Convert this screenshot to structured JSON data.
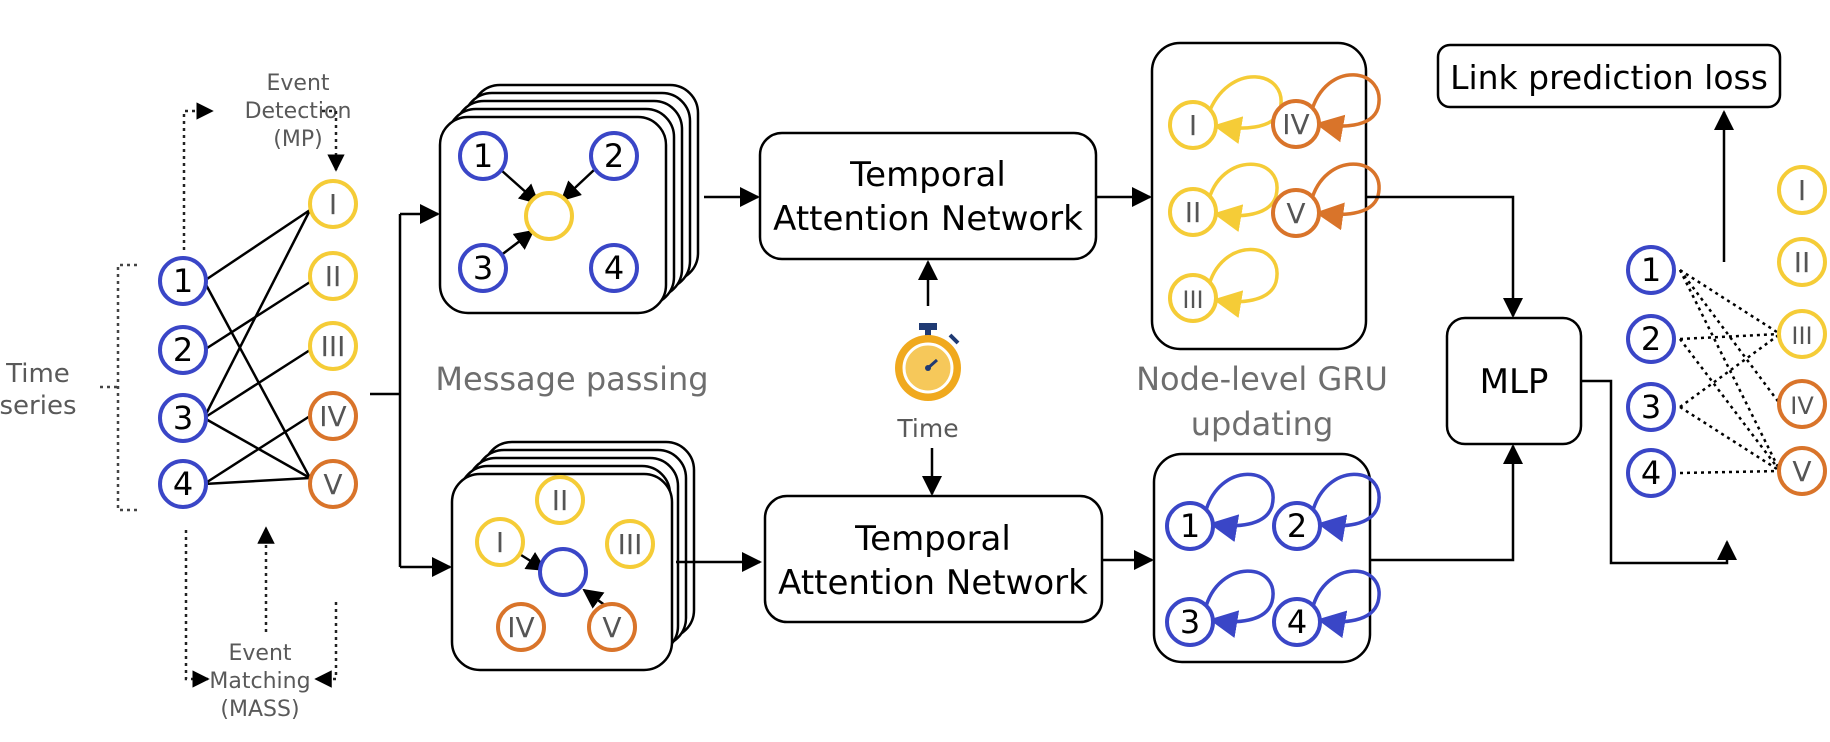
{
  "labels": {
    "time_series": [
      "Time",
      "series"
    ],
    "event_detection": [
      "Event",
      "Detection",
      "(MP)"
    ],
    "event_matching": [
      "Event",
      "Matching",
      "(MASS)"
    ],
    "message_passing": "Message passing",
    "time": "Time",
    "gru": [
      "Node-level GRU",
      "updating"
    ],
    "tan_top": [
      "Temporal",
      "Attention Network"
    ],
    "tan_bottom": [
      "Temporal",
      "Attention Network"
    ],
    "mlp": "MLP",
    "loss": "Link prediction loss"
  },
  "nodes": {
    "series": [
      "1",
      "2",
      "3",
      "4"
    ],
    "events": [
      "I",
      "II",
      "III",
      "IV",
      "V"
    ]
  },
  "colors": {
    "blue": "#3a46c7",
    "yellow": "#f5cc37",
    "orange": "#d9742a",
    "timer_body": "#f0a91e",
    "timer_dark": "#1f3a73"
  }
}
